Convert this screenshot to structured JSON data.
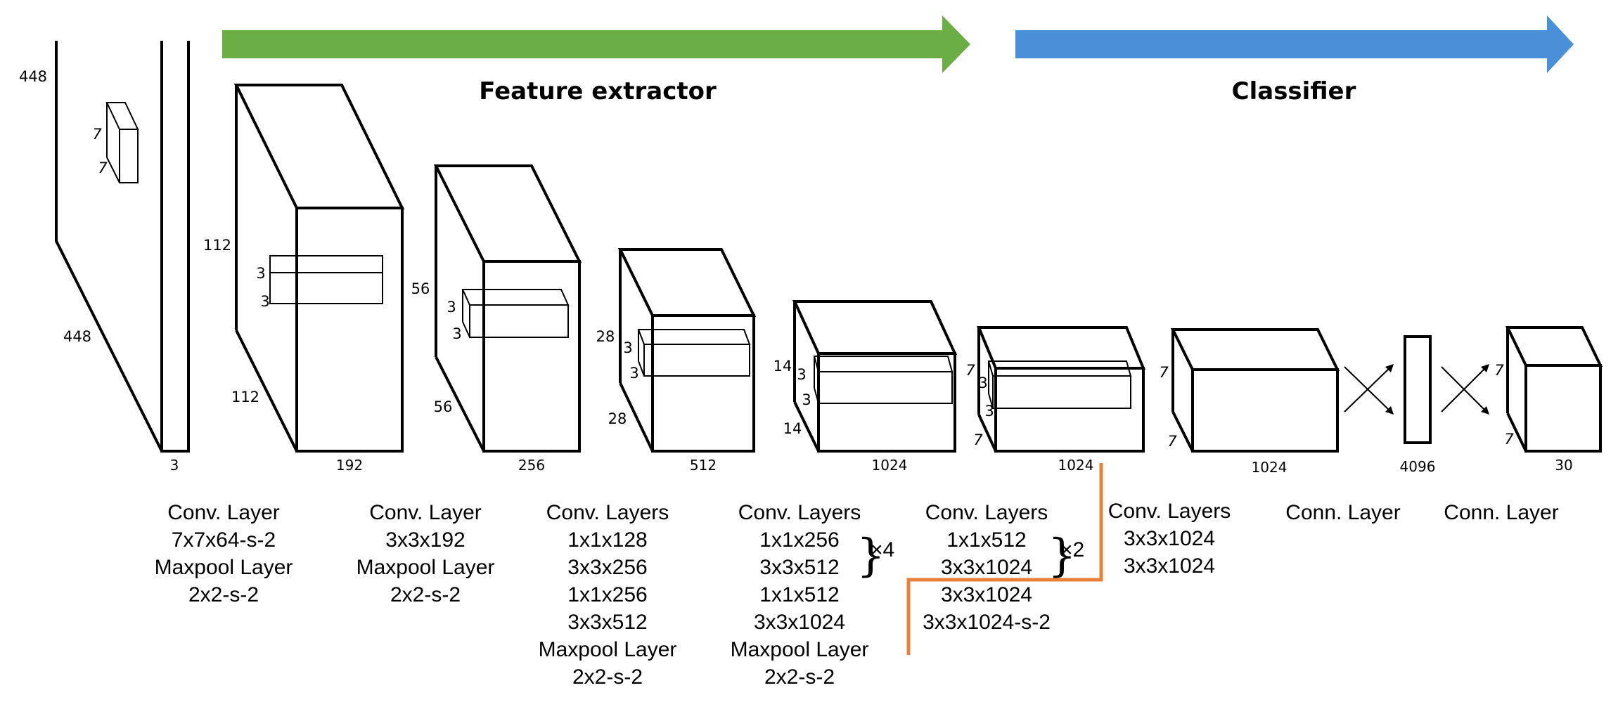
{
  "header": {
    "feature_extractor": "Feature extractor",
    "classifier": "Classifier",
    "arrow_colors": {
      "feature": "#6aae45",
      "classifier": "#4a90d9"
    }
  },
  "separator_color": "#e8803a",
  "input": {
    "height": "448",
    "width": "448",
    "depth": "3",
    "kernel_a": "7",
    "kernel_b": "7"
  },
  "blocks": [
    {
      "height": "112",
      "width": "112",
      "depth": "192",
      "k1": "3",
      "k2": "3"
    },
    {
      "height": "56",
      "width": "56",
      "depth": "256",
      "k1": "3",
      "k2": "3"
    },
    {
      "height": "28",
      "width": "28",
      "depth": "512",
      "k1": "3",
      "k2": "3"
    },
    {
      "height": "14",
      "width": "14",
      "depth": "1024",
      "k1": "3",
      "k2": "3"
    },
    {
      "height": "7",
      "width": "7",
      "depth": "1024",
      "k1": "3",
      "k2": "3"
    },
    {
      "height": "7",
      "width": "7",
      "depth": "1024"
    }
  ],
  "fc": {
    "depth": "4096"
  },
  "output": {
    "height": "7",
    "width": "7",
    "depth": "30"
  },
  "descriptions": {
    "d1": [
      "Conv. Layer",
      "7x7x64-s-2",
      "Maxpool Layer",
      "2x2-s-2"
    ],
    "d2": [
      "Conv. Layer",
      "3x3x192",
      "Maxpool Layer",
      "2x2-s-2"
    ],
    "d3": [
      "Conv. Layers",
      "1x1x128",
      "3x3x256",
      "1x1x256",
      "3x3x512",
      "Maxpool Layer",
      "2x2-s-2"
    ],
    "d4": {
      "title": "Conv. Layers",
      "repeat": [
        "1x1x256",
        "3x3x512"
      ],
      "repeat_count": "×4",
      "rest": [
        "1x1x512",
        "3x3x1024",
        "Maxpool Layer",
        "2x2-s-2"
      ]
    },
    "d5": {
      "title": "Conv. Layers",
      "repeat": [
        "1x1x512",
        "3x3x1024"
      ],
      "repeat_count": "×2",
      "rest": [
        "3x3x1024",
        "3x3x1024-s-2"
      ]
    },
    "d6": [
      "Conv. Layers",
      "3x3x1024",
      "3x3x1024"
    ],
    "d7": [
      "Conn. Layer"
    ],
    "d8": [
      "Conn. Layer"
    ]
  }
}
